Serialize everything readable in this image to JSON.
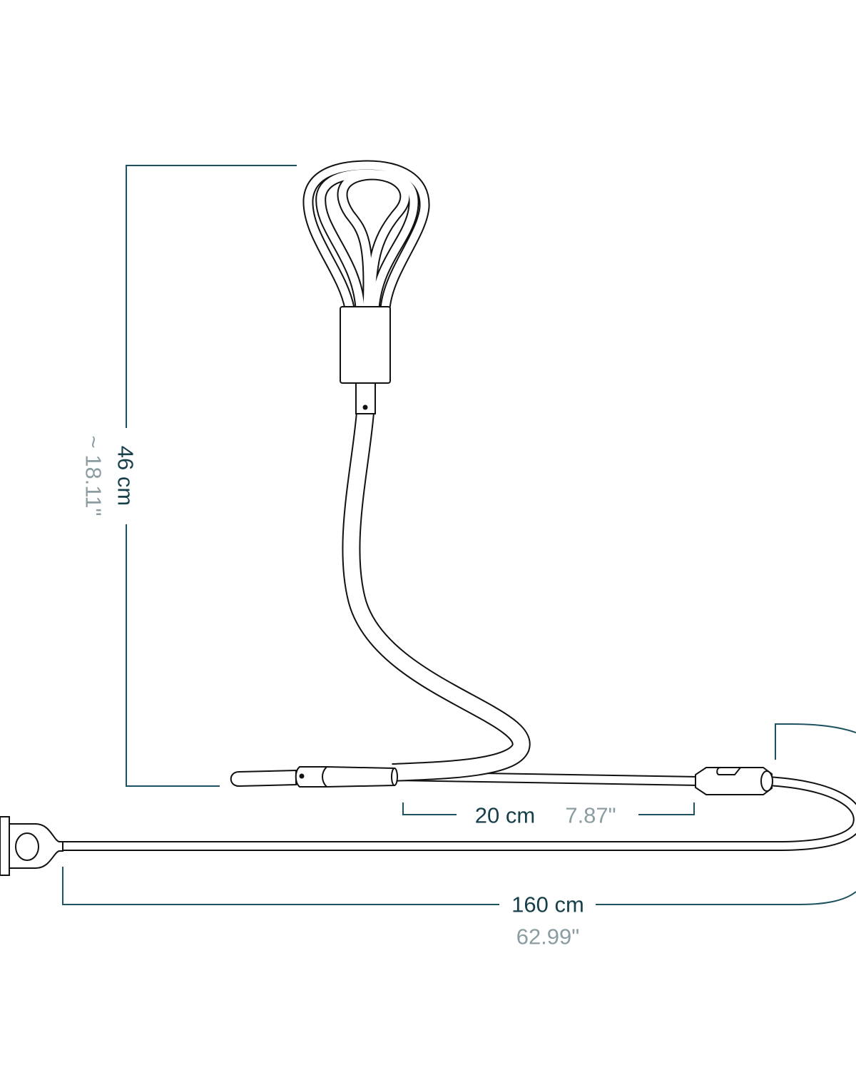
{
  "dimensions": {
    "height": {
      "metric": "46 cm",
      "imperial": "~ 18.11\""
    },
    "base_segment": {
      "metric": "20 cm",
      "imperial": "7.87\""
    },
    "cable_length": {
      "metric": "160 cm",
      "imperial": "62.99\""
    }
  },
  "colors": {
    "dimension_line": "#1f5260",
    "primary_text": "#173f4a",
    "secondary_text": "#8c9da2",
    "drawing": "#111111"
  }
}
